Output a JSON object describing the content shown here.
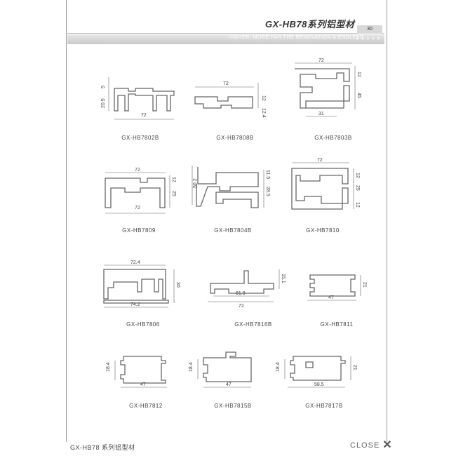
{
  "header": {
    "title": "GX-HB78系列铝型材",
    "page_tab": "30",
    "band_text": "HIGHER, MORE FAR THE RENOVATION & ENDLESS",
    "band_arrows": "› › › › ›"
  },
  "profiles": [
    {
      "name": "GX-HB7802B",
      "dims": [
        "72",
        "5",
        "20.5"
      ]
    },
    {
      "name": "GX-HB7808B",
      "dims": [
        "72",
        "12",
        "12.4"
      ]
    },
    {
      "name": "GX-HB7803B",
      "dims": [
        "72",
        "12",
        "45",
        "31"
      ]
    },
    {
      "name": "GX-HB7809",
      "dims": [
        "72",
        "72",
        "12",
        "25"
      ]
    },
    {
      "name": "GX-HB7804B",
      "dims": [
        "50.2",
        "11.5",
        "28.5"
      ]
    },
    {
      "name": "GX-HB7810",
      "dims": [
        "72",
        "12",
        "25",
        "12"
      ]
    },
    {
      "name": "GX-HB7806",
      "dims": [
        "72.4",
        "74.2",
        "30"
      ]
    },
    {
      "name": "GX-HB7816B",
      "dims": [
        "15.1",
        "61.9",
        "72"
      ]
    },
    {
      "name": "GX-HB7811",
      "dims": [
        "21",
        "47"
      ]
    },
    {
      "name": "GX-HB7812",
      "dims": [
        "18.4",
        "47"
      ]
    },
    {
      "name": "GX-HB7815B",
      "dims": [
        "18.4",
        "47"
      ]
    },
    {
      "name": "GX-HB7817B",
      "dims": [
        "18.4",
        "21",
        "58.5"
      ]
    }
  ],
  "footer": {
    "series_name": "GX-HB78 系列铝型材",
    "close_label": "CLOSE",
    "close_icon": "close-x-icon"
  }
}
